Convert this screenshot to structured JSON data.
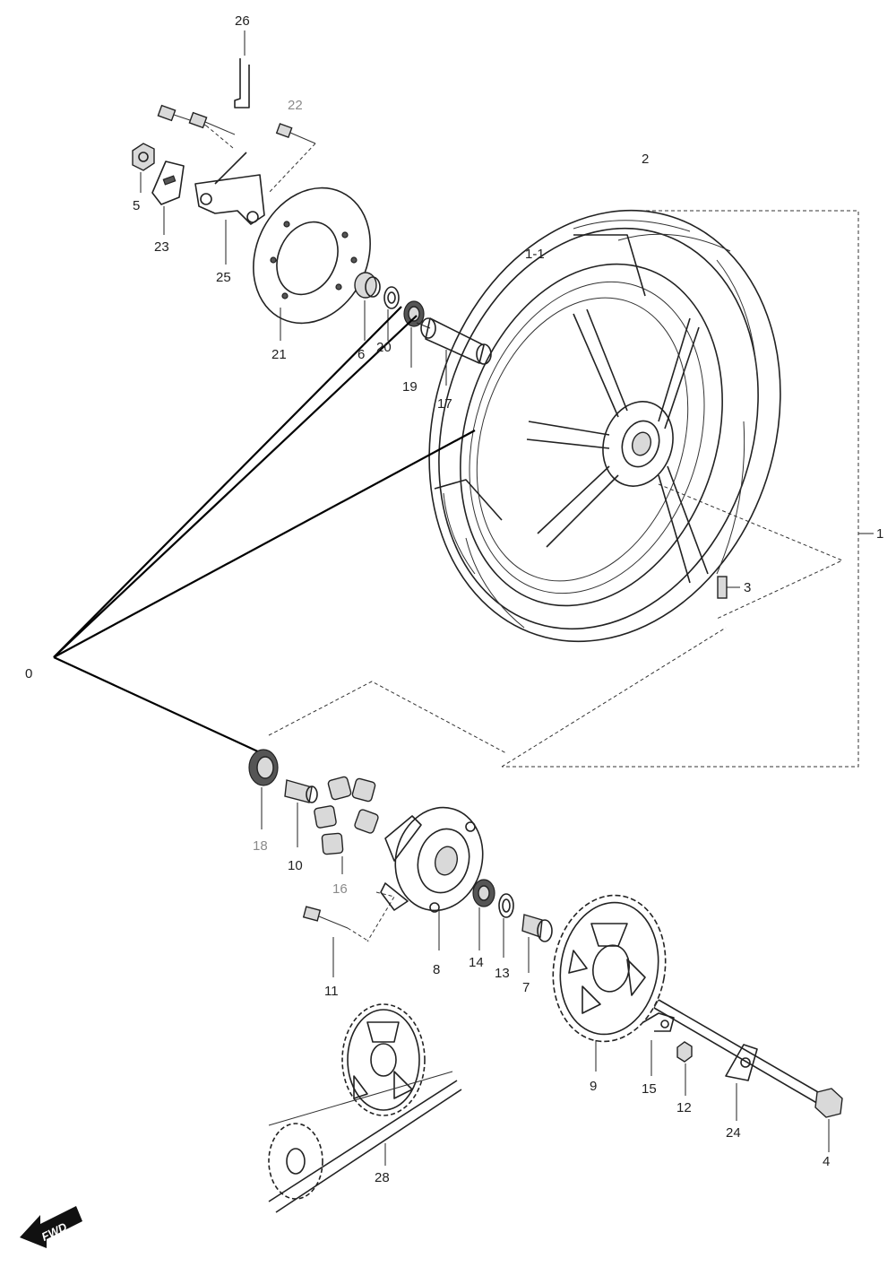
{
  "diagram": {
    "callouts": {
      "c0": "0",
      "c1": "1",
      "c1_1": "1-1",
      "c2": "2",
      "c3": "3",
      "c4": "4",
      "c5": "5",
      "c6": "6",
      "c7": "7",
      "c8": "8",
      "c9": "9",
      "c10": "10",
      "c11": "11",
      "c12": "12",
      "c13": "13",
      "c14": "14",
      "c15": "15",
      "c16": "16",
      "c17": "17",
      "c18": "18",
      "c19": "19",
      "c20": "20",
      "c21": "21",
      "c22": "22",
      "c23": "23",
      "c24": "24",
      "c25": "25",
      "c26": "26",
      "c28": "28"
    },
    "direction_badge": "FWD"
  }
}
